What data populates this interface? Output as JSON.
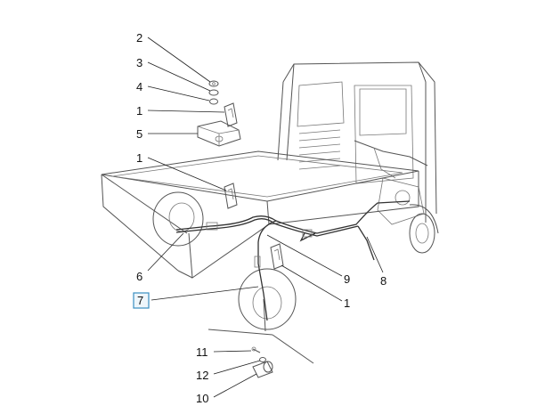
{
  "callouts": {
    "c2": "2",
    "c3": "3",
    "c4": "4",
    "c1a": "1",
    "c5": "5",
    "c1b": "1",
    "c6": "6",
    "c7": "7",
    "c9": "9",
    "c8": "8",
    "c1c": "1",
    "c11": "11",
    "c12": "12",
    "c10": "10"
  },
  "colors": {
    "highlight_border": "#3a8fc2",
    "highlight_fill": "#eef6fb",
    "line": "#555555"
  },
  "highlighted_callout": "7"
}
